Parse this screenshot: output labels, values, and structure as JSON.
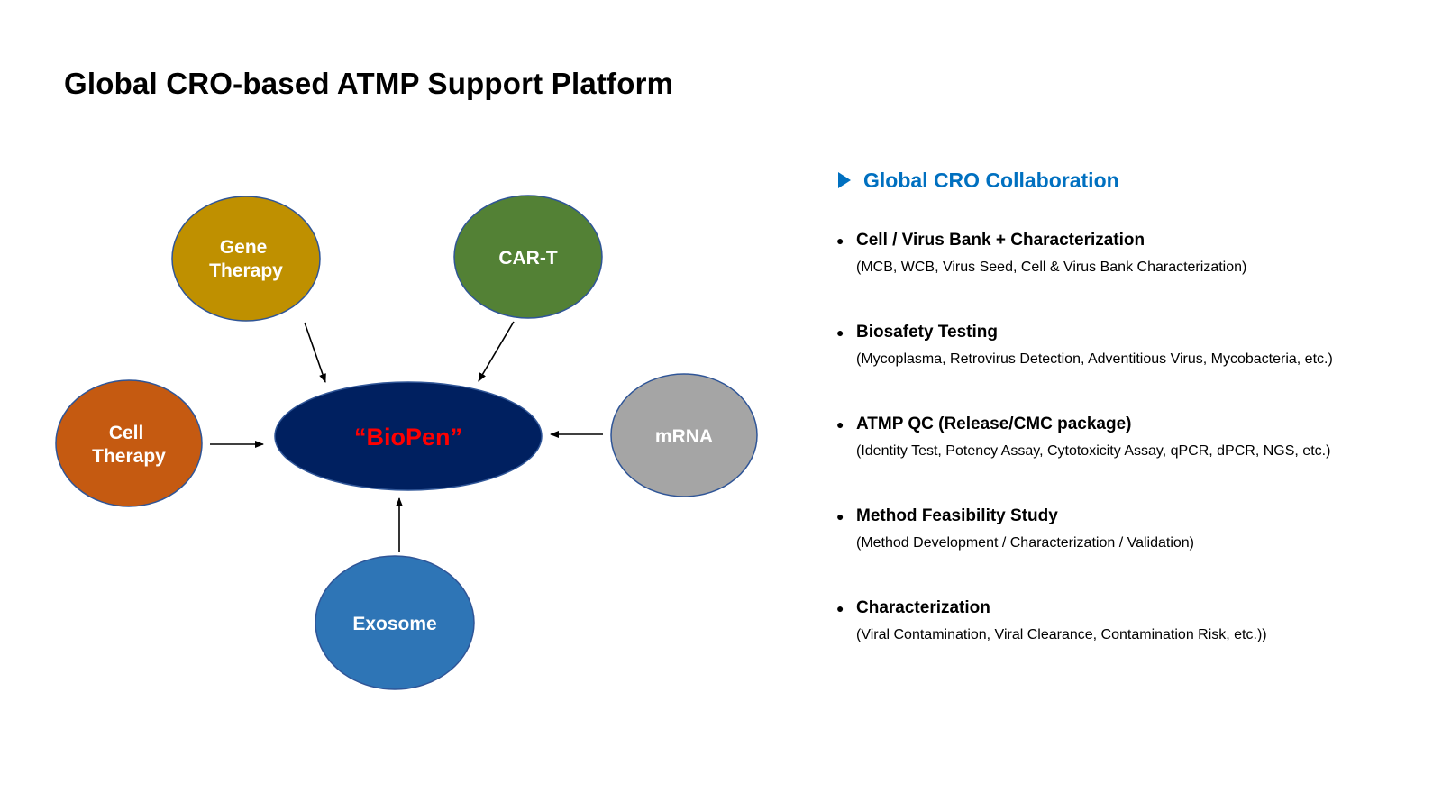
{
  "page": {
    "title": "Global CRO-based ATMP Support Platform"
  },
  "diagram": {
    "hub": {
      "label": "“BioPen”",
      "fill": "#002060",
      "text_color": "#ff0000"
    },
    "nodes": [
      {
        "id": "gene-therapy",
        "lines": [
          "Gene",
          "Therapy"
        ],
        "fill": "#bf9000"
      },
      {
        "id": "car-t",
        "lines": [
          "CAR-T"
        ],
        "fill": "#538135"
      },
      {
        "id": "cell-therapy",
        "lines": [
          "Cell",
          "Therapy"
        ],
        "fill": "#c55a11"
      },
      {
        "id": "mrna",
        "lines": [
          "mRNA"
        ],
        "fill": "#a5a5a5"
      },
      {
        "id": "exosome",
        "lines": [
          "Exosome"
        ],
        "fill": "#2e75b6"
      }
    ],
    "node_outline": "#2f5597"
  },
  "panel": {
    "header": "Global CRO Collaboration",
    "accent": "#0070c0",
    "items": [
      {
        "title": "Cell / Virus Bank + Characterization",
        "desc": "(MCB, WCB, Virus Seed, Cell & Virus Bank Characterization)"
      },
      {
        "title": "Biosafety Testing",
        "desc": "(Mycoplasma, Retrovirus Detection, Adventitious Virus, Mycobacteria, etc.)"
      },
      {
        "title": "ATMP QC (Release/CMC package)",
        "desc": "(Identity Test, Potency Assay, Cytotoxicity Assay, qPCR, dPCR, NGS, etc.)"
      },
      {
        "title": "Method Feasibility Study",
        "desc": "(Method Development / Characterization / Validation)"
      },
      {
        "title": "Characterization",
        "desc": "(Viral Contamination, Viral Clearance, Contamination Risk, etc.))"
      }
    ]
  }
}
